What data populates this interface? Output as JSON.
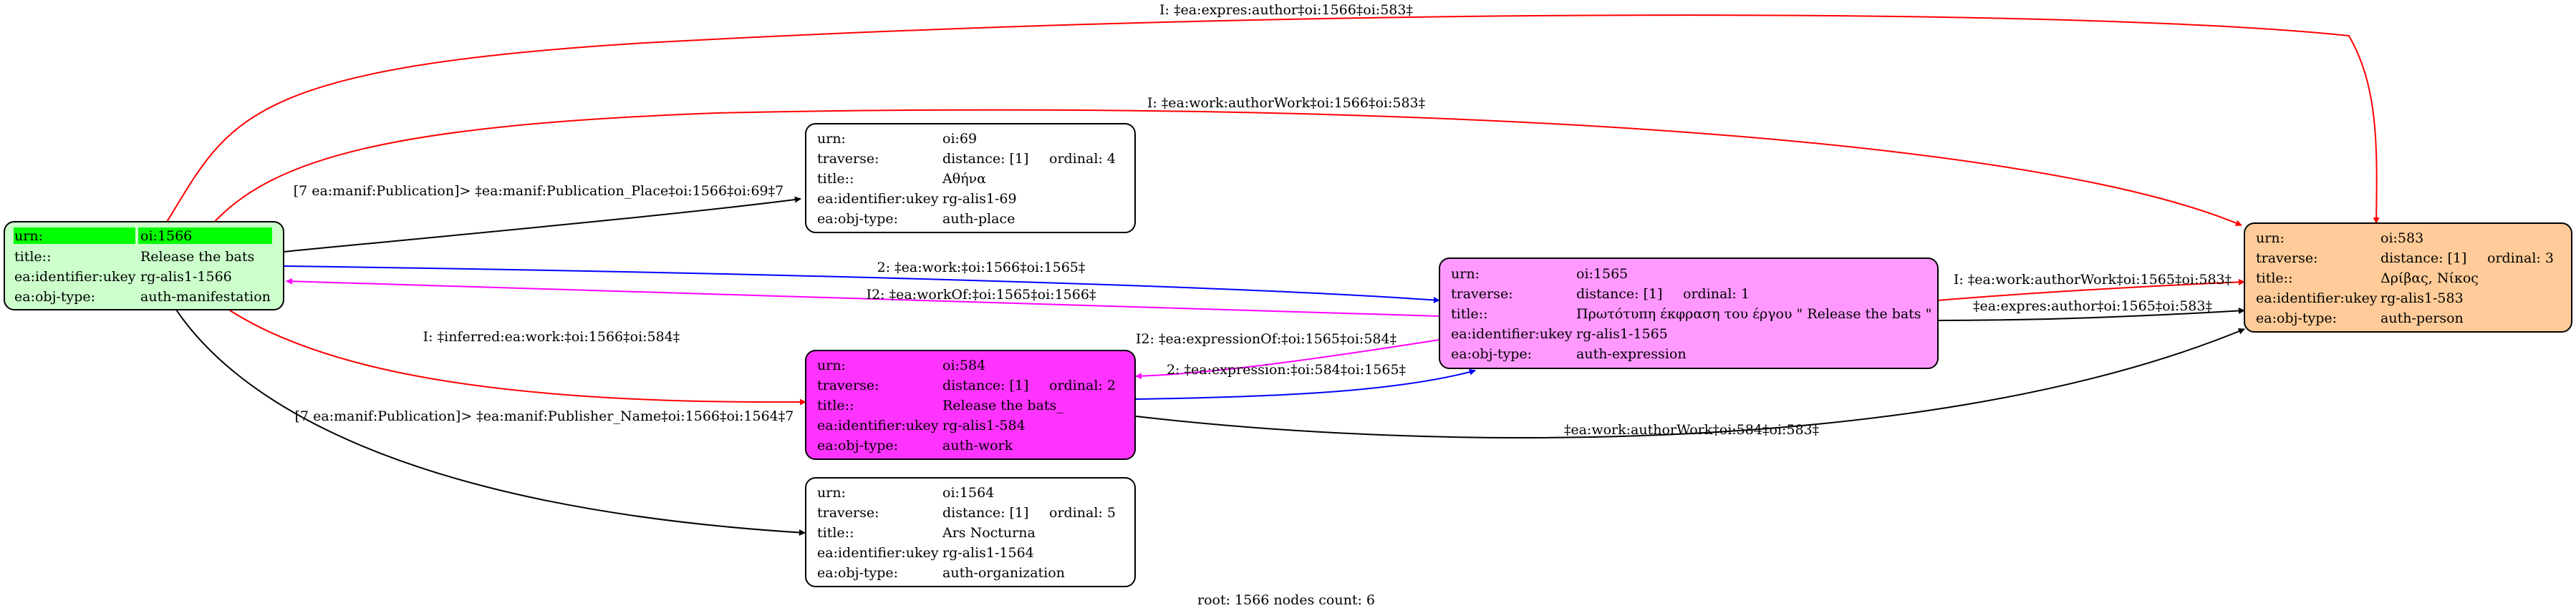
{
  "nodes": {
    "n1566": {
      "rows": [
        {
          "k": "urn:",
          "v": "oi:1566"
        },
        {
          "k": "title::",
          "v": "Release the bats"
        },
        {
          "k": "ea:identifier:ukey",
          "v": "rg-alis1-1566"
        },
        {
          "k": "ea:obj-type:",
          "v": "auth-manifestation"
        }
      ]
    },
    "n69": {
      "ordinal": "ordinal: 4",
      "rows": [
        {
          "k": "urn:",
          "v": "oi:69"
        },
        {
          "k": "traverse:",
          "v": "distance: [1]"
        },
        {
          "k": "title::",
          "v": "Αθήνα"
        },
        {
          "k": "ea:identifier:ukey",
          "v": "rg-alis1-69"
        },
        {
          "k": "ea:obj-type:",
          "v": "auth-place"
        }
      ]
    },
    "n1565": {
      "ordinal": "ordinal: 1",
      "rows": [
        {
          "k": "urn:",
          "v": "oi:1565"
        },
        {
          "k": "traverse:",
          "v": "distance: [1]"
        },
        {
          "k": "title::",
          "v": "Πρωτότυπη έκφραση του έργου \" Release the bats \""
        },
        {
          "k": "ea:identifier:ukey",
          "v": "rg-alis1-1565"
        },
        {
          "k": "ea:obj-type:",
          "v": "auth-expression"
        }
      ]
    },
    "n584": {
      "ordinal": "ordinal: 2",
      "rows": [
        {
          "k": "urn:",
          "v": "oi:584"
        },
        {
          "k": "traverse:",
          "v": "distance: [1]"
        },
        {
          "k": "title::",
          "v": "Release the bats_"
        },
        {
          "k": "ea:identifier:ukey",
          "v": "rg-alis1-584"
        },
        {
          "k": "ea:obj-type:",
          "v": "auth-work"
        }
      ]
    },
    "n1564": {
      "ordinal": "ordinal: 5",
      "rows": [
        {
          "k": "urn:",
          "v": "oi:1564"
        },
        {
          "k": "traverse:",
          "v": "distance: [1]"
        },
        {
          "k": "title::",
          "v": "Ars Nocturna"
        },
        {
          "k": "ea:identifier:ukey",
          "v": "rg-alis1-1564"
        },
        {
          "k": "ea:obj-type:",
          "v": "auth-organization"
        }
      ]
    },
    "n583": {
      "ordinal": "ordinal: 3",
      "rows": [
        {
          "k": "urn:",
          "v": "oi:583"
        },
        {
          "k": "traverse:",
          "v": "distance: [1]"
        },
        {
          "k": "title::",
          "v": "Δρίβας, Νίκος"
        },
        {
          "k": "ea:identifier:ukey",
          "v": "rg-alis1-583"
        },
        {
          "k": "ea:obj-type:",
          "v": "auth-person"
        }
      ]
    }
  },
  "edges": {
    "e1": "I: ‡ea:expres:author‡oi:1566‡oi:583‡",
    "e2": "I: ‡ea:work:authorWork‡oi:1566‡oi:583‡",
    "e3": "[7 ea:manif:Publication]> ‡ea:manif:Publication_Place‡oi:1566‡oi:69‡7",
    "e4": "2: ‡ea:work:‡oi:1566‡oi:1565‡",
    "e5": "I2: ‡ea:workOf:‡oi:1565‡oi:1566‡",
    "e6": "I: ‡inferred:ea:work:‡oi:1566‡oi:584‡",
    "e7": "[7 ea:manif:Publication]> ‡ea:manif:Publisher_Name‡oi:1566‡oi:1564‡7",
    "e8": "I: ‡ea:work:authorWork‡oi:1565‡oi:583‡",
    "e9": "‡ea:expres:author‡oi:1565‡oi:583‡",
    "e10": "I2: ‡ea:expressionOf:‡oi:1565‡oi:584‡",
    "e11": "2: ‡ea:expression:‡oi:584‡oi:1565‡",
    "e12": "‡ea:work:authorWork‡oi:584‡oi:583‡"
  },
  "colors": {
    "root_fill": "#ccffcc",
    "root_header": "#00ff00",
    "expression_fill": "#ff99ff",
    "work_fill": "#ff33ff",
    "person_fill": "#ffcc99",
    "default_fill": "#ffffff",
    "edge_red": "#ff0000",
    "edge_blue": "#0000ff",
    "edge_magenta": "#ff00ff",
    "edge_black": "#000000"
  },
  "footer": "root: 1566 nodes count: 6"
}
